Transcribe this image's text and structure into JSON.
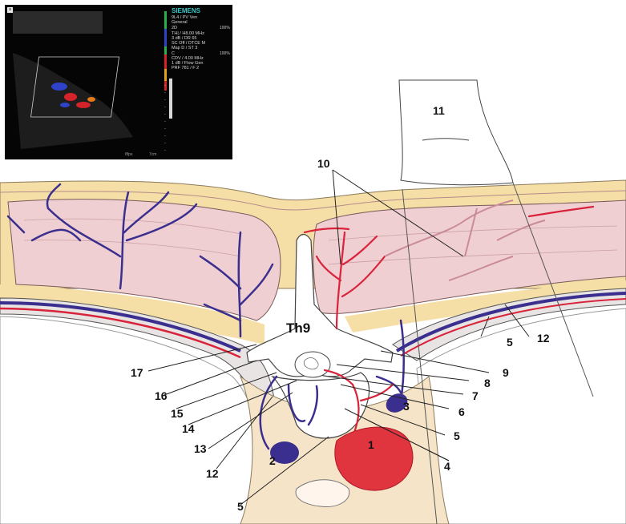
{
  "ultrasound": {
    "badge": "a",
    "brand": "SIEMENS",
    "info_lines": [
      "9L4 / PV Ven",
      "General",
      "2D",
      "TH| / H8.00 MHz",
      "3 dB / DR 65",
      "SC Off / DTCE M",
      "Map D / ST 3",
      "C",
      "CDV / 4.00 MHz",
      "1 dB / Flow Gen",
      "PRF 781 / F 2"
    ],
    "pct_2d": "100%",
    "pct_c": "100%",
    "fps": "8fps",
    "depth": "7cm"
  },
  "labels": {
    "vertebra": "Th9",
    "n1": "1",
    "n2": "2",
    "n3": "3",
    "n4": "4",
    "n5a": "5",
    "n5b": "5",
    "n5c": "5",
    "n6": "6",
    "n7": "7",
    "n8": "8",
    "n9": "9",
    "n10": "10",
    "n11": "11",
    "n12a": "12",
    "n12b": "12",
    "n13": "13",
    "n14": "14",
    "n15": "15",
    "n16": "16",
    "n17": "17"
  },
  "colors": {
    "vein": "#3a2f8f",
    "artery": "#d8233a",
    "muscle": "#f0cfd2",
    "fat": "#f6dfa6",
    "bone": "#ffffff",
    "outline": "#333333"
  }
}
